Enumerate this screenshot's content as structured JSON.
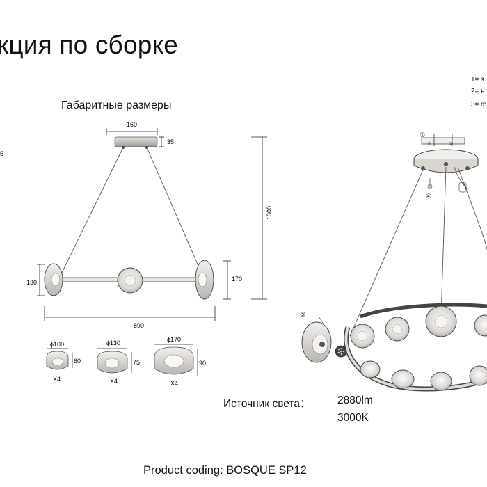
{
  "header": {
    "title": "кция по сборке"
  },
  "dimensions": {
    "title": "Габаритные размеры",
    "canopy_width": "160",
    "canopy_height": "35",
    "total_height": "1300",
    "left_disc_height": "130",
    "right_disc_height": "170",
    "total_width": "890",
    "edge_fragment": "5"
  },
  "shades": [
    {
      "diameter": "ɸ100",
      "depth": "60",
      "qty": "X4"
    },
    {
      "diameter": "ɸ130",
      "depth": "75",
      "qty": "X4"
    },
    {
      "diameter": "ɸ170",
      "depth": "90",
      "qty": "X4"
    }
  ],
  "assembly": {
    "step1": "①",
    "step4": "④",
    "step5": "⑤",
    "legend": [
      "1= з",
      "2= н",
      "3= ф"
    ]
  },
  "light_source": {
    "label": "Источник света：",
    "lumen": "2880lm",
    "kelvin": "3000K"
  },
  "footer": {
    "product_coding": "Product coding: BOSQUE SP12"
  }
}
